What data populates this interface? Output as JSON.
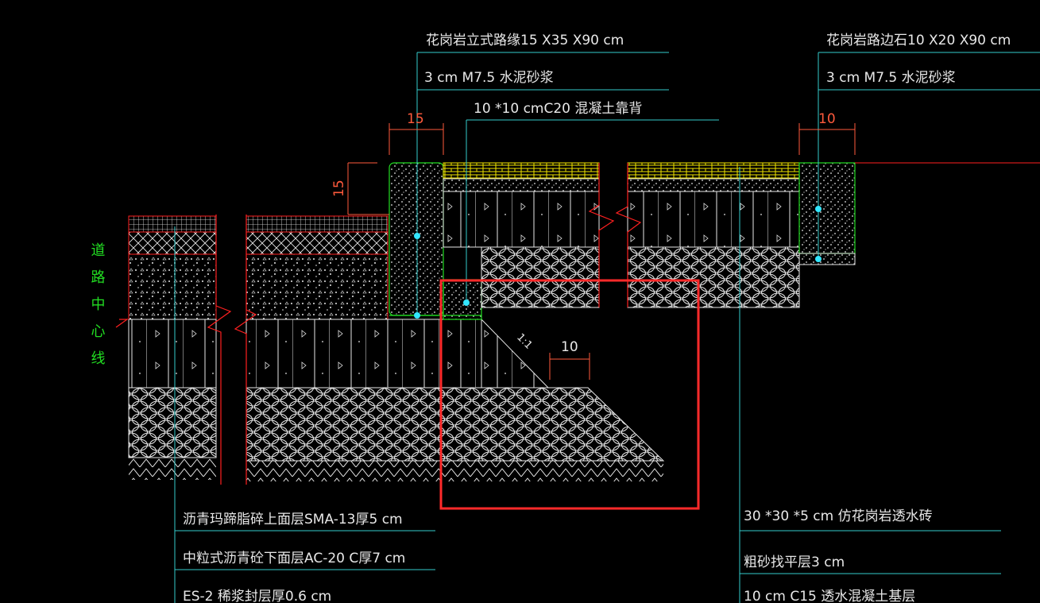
{
  "labels": {
    "curb_stone": "花岗岩立式路缘15 X35 X90 cm",
    "curb_mortar": "3 cm  M7.5 水泥砂浆",
    "concrete_backing": "10 *10 cmC20 混凝土靠背",
    "edge_stone": "花岗岩路边石10 X20 X90 cm",
    "edge_mortar": "3 cm  M7.5 水泥砂浆",
    "sma_layer": "沥青玛蹄脂碎上面层SMA-13厚5 cm",
    "ac_layer": "中粒式沥青砼下面层AC-20 C厚7 cm",
    "seal_layer": "ES-2 稀浆封层厚0.6 cm",
    "paver_layer": "30 *30 *5 cm  仿花岗岩透水砖",
    "sand_layer": "粗砂找平层3 cm",
    "base_layer": "10 cm  C15 透水混凝土基层",
    "road_centerline": "道路中心线"
  },
  "dimensions": {
    "curb_width": "15",
    "curb_height": "15",
    "edge_width": "10",
    "offset": "10",
    "slope": "1:1"
  },
  "colors": {
    "background": "#000000",
    "leader": "#33cccc",
    "dimension": "#ff5a3c",
    "curb_outline": "#22dd22",
    "layer_outline": "#ff2020",
    "hatch": "#e8e8e8",
    "brick": "#f2e600",
    "highlight_box": "#ff2a2a"
  }
}
